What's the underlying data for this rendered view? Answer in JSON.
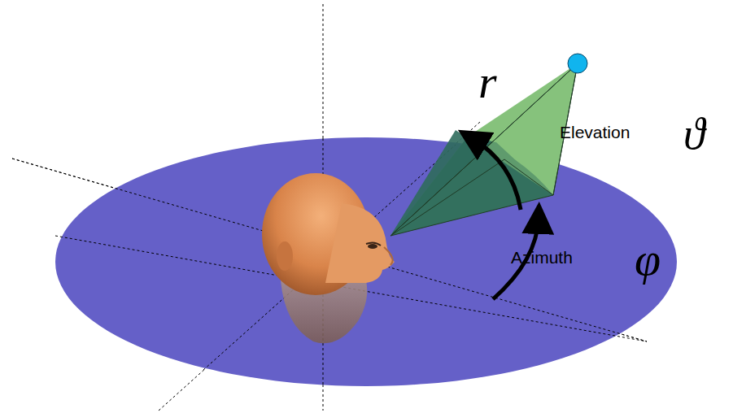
{
  "diagram": {
    "labels": [
      "r",
      "Elevation",
      "ϑ",
      "Azimuth",
      "φ"
    ]
  }
}
